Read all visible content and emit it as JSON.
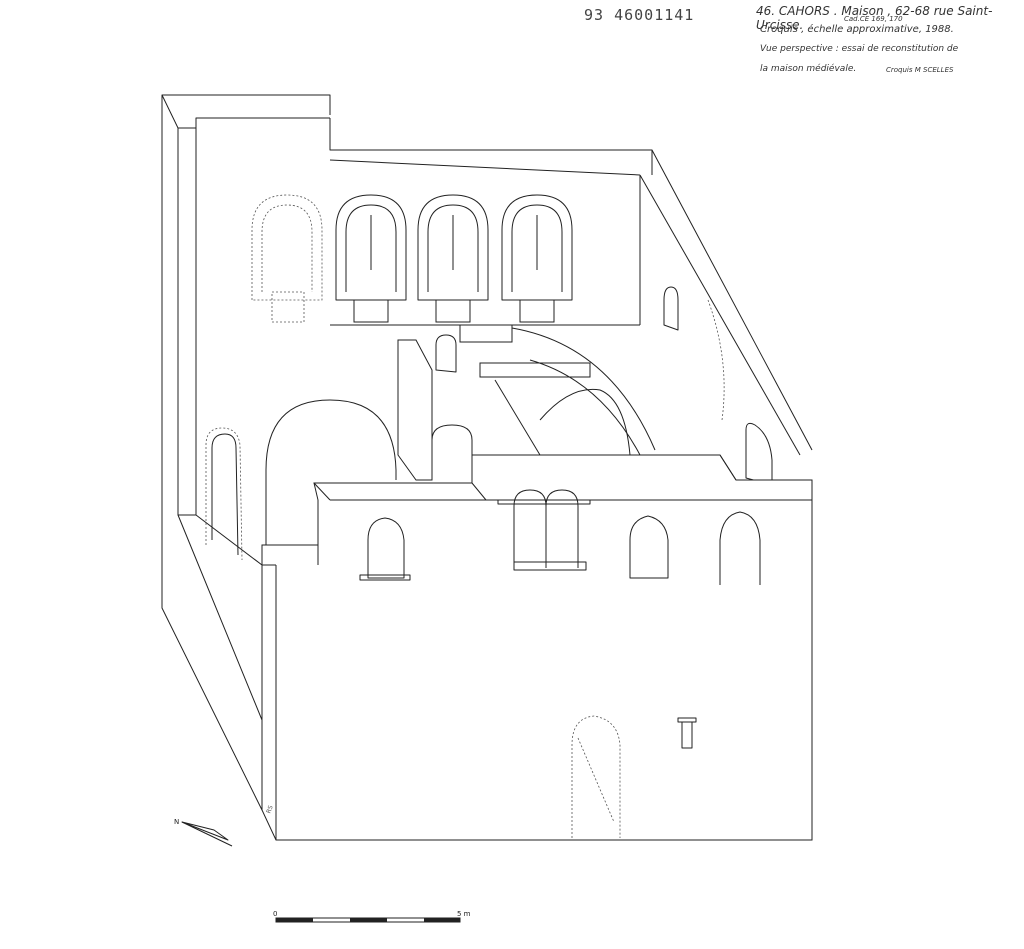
{
  "header": {
    "inventory_number": "93 46001141",
    "line1": "46. CAHORS . Maison , 62-68 rue Saint-Urcisse.",
    "line1_cadastre": "Cad.CE 169, 170",
    "line2": "Croquis , échelle approximative, 1988.",
    "line3": "Vue perspective : essai de reconstitution de",
    "line4": "la maison médiévale.",
    "author": "Croquis  M SCELLES"
  },
  "drawing": {
    "signature": "RS",
    "north_label": "N"
  },
  "scale_bar": {
    "start_label": "0",
    "end_label": "5 m"
  }
}
